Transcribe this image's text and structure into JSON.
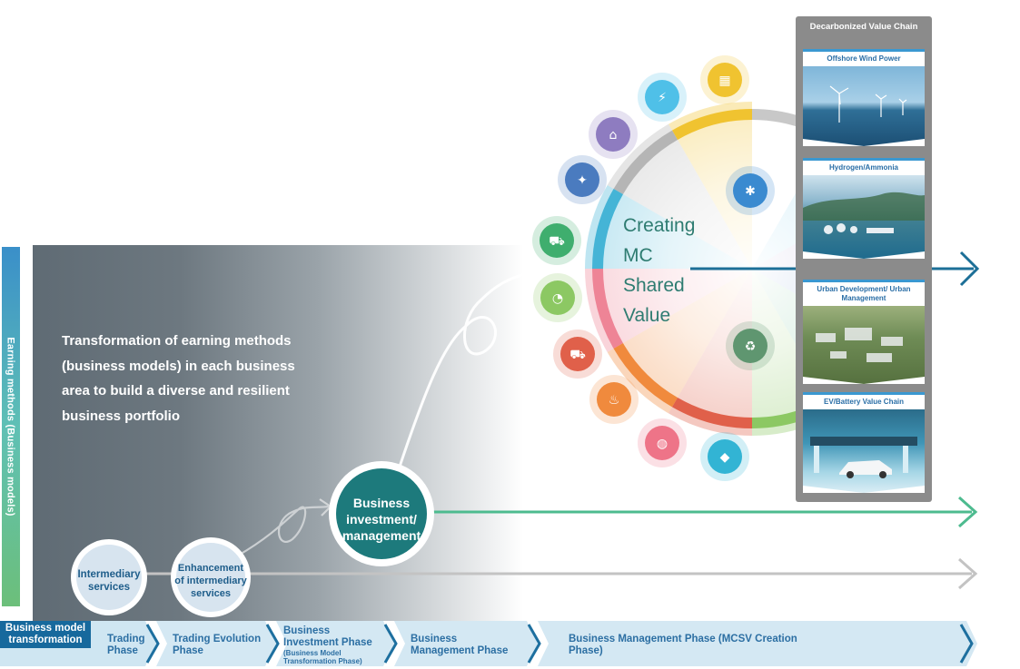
{
  "vertical_axis_label": "Earning methods (Business models)",
  "description": "Transformation of earning methods (business models) in each business area to build a diverse and resilient business portfolio",
  "circles": {
    "intermediary": "Intermediary services",
    "enhancement": "Enhancement of intermediary services",
    "investment": "Business investment/ management"
  },
  "wheel": {
    "lines": [
      "Creating",
      "MC",
      "Shared",
      "Value"
    ],
    "segment_colors": [
      "#f0c330",
      "#b5b5b5",
      "#45b4d6",
      "#ee8496",
      "#f08a3d",
      "#e0604a",
      "#8cc863",
      "#4eb37c",
      "#4a7bbf",
      "#8e83c2",
      "#63c4e8"
    ],
    "icons": [
      {
        "name": "building-icon",
        "color": "#f0c330"
      },
      {
        "name": "plug-icon",
        "color": "#4fc0e8"
      },
      {
        "name": "factory-icon",
        "color": "#8e7cc0"
      },
      {
        "name": "wheat-icon",
        "color": "#4a7bbf"
      },
      {
        "name": "car-icon",
        "color": "#3fae6e"
      },
      {
        "name": "food-icon",
        "color": "#8cc863"
      },
      {
        "name": "truck-icon",
        "color": "#e0604a"
      },
      {
        "name": "plant-icon",
        "color": "#f08a3d"
      },
      {
        "name": "pipes-icon",
        "color": "#ee7488"
      },
      {
        "name": "mineral-icon",
        "color": "#32b4d4"
      },
      {
        "name": "recycle-icon",
        "color": "#5f9670"
      },
      {
        "name": "network-icon",
        "color": "#3a8ad0"
      }
    ]
  },
  "value_chain": {
    "title": "Decarbonized Value Chain",
    "items": [
      "Offshore Wind Power",
      "Hydrogen/Ammonia",
      "Urban Development/ Urban Management",
      "EV/Battery Value Chain"
    ]
  },
  "phases": {
    "transformation_label": "Business model transformation",
    "steps": [
      {
        "title": "Trading Phase",
        "sub": ""
      },
      {
        "title": "Trading Evolution Phase",
        "sub": ""
      },
      {
        "title": "Business Investment Phase",
        "sub": "(Business Model Transformation Phase)"
      },
      {
        "title": "Business Management Phase",
        "sub": ""
      },
      {
        "title": "Business Management Phase (MCSV Creation Phase)",
        "sub": ""
      }
    ]
  },
  "colors": {
    "teal": "#1d7a7c",
    "blue_arrow": "#1c6f97",
    "green_arrow": "#4dbb8f",
    "gray_arrow": "#c3c3c3"
  }
}
